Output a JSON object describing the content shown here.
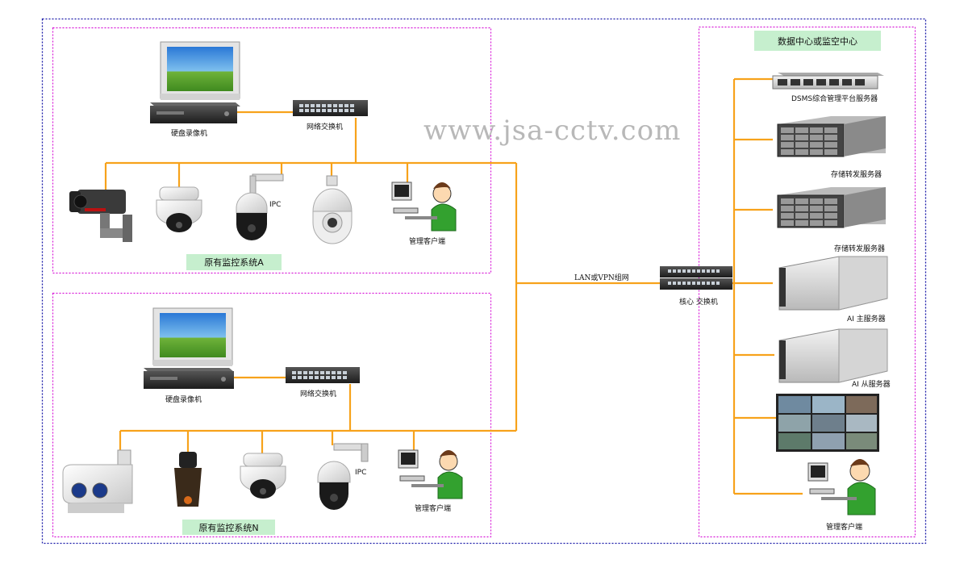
{
  "watermark": "www.jsa-cctv.com",
  "link_label": "LAN或VPN组网",
  "system_a": {
    "title": "原有监控系统A",
    "nvr_label": "硬盘录像机",
    "switch_label": "网络交换机",
    "ipc_label": "IPC",
    "client_label": "管理客户端"
  },
  "system_n": {
    "title": "原有监控系统N",
    "nvr_label": "硬盘录像机",
    "switch_label": "网络交换机",
    "ipc_label": "IPC",
    "client_label": "管理客户端"
  },
  "center": {
    "title": "数据中心或监空中心",
    "core_switch_label": "核心 交换机",
    "servers": [
      "DSMS综合管理平台服务器",
      "存储转发服务器",
      "存储转发服务器",
      "AI 主服务器",
      "AI 从服务器"
    ],
    "client_label": "管理客户端"
  },
  "colors": {
    "link": "#f7a21b",
    "outer_border": "#1a1aa8",
    "group_border": "#d81bd8",
    "label_bg": "#c6efce"
  }
}
